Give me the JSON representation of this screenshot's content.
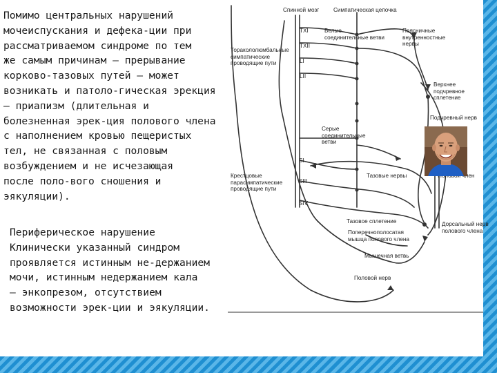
{
  "text": {
    "para1_lines": [
      "Помимо центральных нарушений",
      "мочеиспускания и дефека-ции при",
      "рассматриваемом синдроме по тем",
      "же самым причинам — прерывание",
      "корково-тазовых путей — может",
      "возникать и патоло-гическая эрекция",
      "— приапизм (длительная и",
      "болезненная эрек-ция полового члена",
      "с наполнением кровью пещеристых",
      "тел, не связанная с половым",
      "возбуждением и не исчезающая",
      "после поло-вого сношения и",
      "эякуляции)."
    ],
    "para2_lines": [
      "Периферическое нарушение",
      "Клинически указанный синдром",
      "проявляется истинным не-держанием",
      "мочи, истинным недержанием кала",
      "— энкопрезом, отсутствием",
      "возможности эрек-ции и эякуляции."
    ]
  },
  "diagram": {
    "labels": {
      "spinal_cord": "Спинной мозг",
      "sympathetic_chain": "Симпатическая цепочка",
      "txi": "TXI",
      "txii": "TXII",
      "li": "LI",
      "lii": "LII",
      "white_rami": [
        "Белые",
        "соединительные ветви"
      ],
      "lumbar_nerves": [
        "Поясничные",
        "внутренностные",
        "нервы"
      ],
      "thoracolumbar": [
        "Торакололюмбальные",
        "симпатические",
        "проводящие пути"
      ],
      "superior_plexus": [
        "Верхнее",
        "подчревное",
        "сплетение"
      ],
      "hypogastric_nerve": "Подчревный нерв",
      "gray_rami": [
        "Серые",
        "соединительные",
        "ветви"
      ],
      "si": "SI",
      "sii": "SIII",
      "siv": "SIV",
      "sacral_parasympathetic": [
        "Крестцовые",
        "парасимпатические",
        "проводящие пути"
      ],
      "pelvic_nerves": "Тазовые нервы",
      "penis_nerve": "Половой член",
      "pelvic_plexus": "Тазовое сплетение",
      "striated_muscle": [
        "Поперечнополосатая",
        "мышца полового члена"
      ],
      "dorsal_nerve": [
        "Дорсальный нерв",
        "полового члена"
      ],
      "muscle_branch": "Мышечная ветвь",
      "pudendal_nerve": "Половой нерв"
    }
  },
  "colors": {
    "stripe_dark": "#1f8fd1",
    "stripe_light": "#5ab6e8",
    "text": "#1a1a1a",
    "line": "#333333"
  }
}
